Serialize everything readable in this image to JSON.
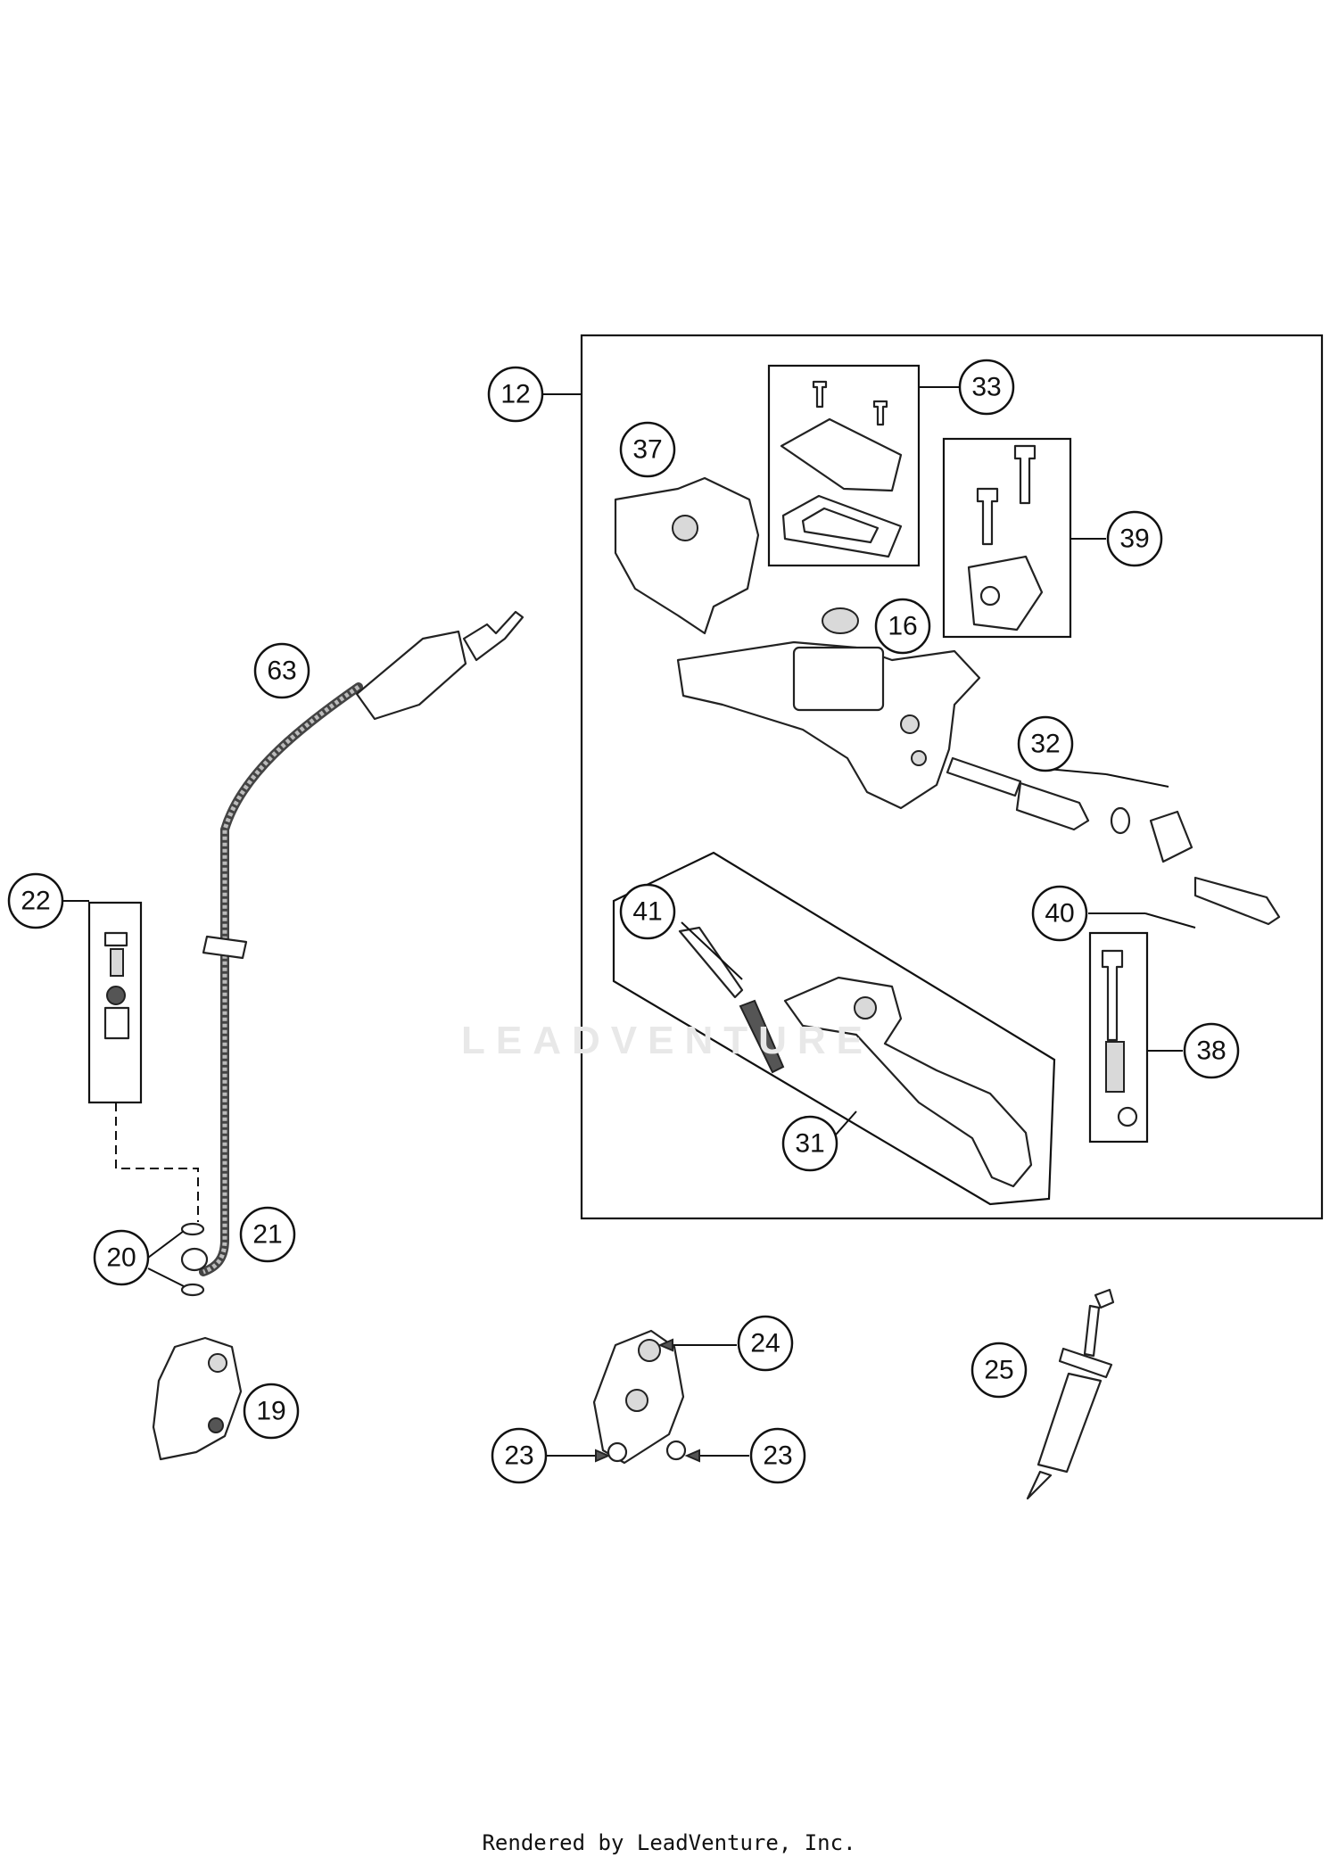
{
  "callouts": {
    "c12": "12",
    "c33": "33",
    "c37": "37",
    "c39": "39",
    "c16": "16",
    "c63": "63",
    "c32": "32",
    "c40": "40",
    "c22": "22",
    "c41": "41",
    "c38": "38",
    "c31": "31",
    "c21": "21",
    "c20": "20",
    "c24": "24",
    "c25": "25",
    "c19": "19",
    "c23a": "23",
    "c23b": "23"
  },
  "watermark": "LEADVENTURE",
  "footer": "Rendered by LeadVenture, Inc."
}
